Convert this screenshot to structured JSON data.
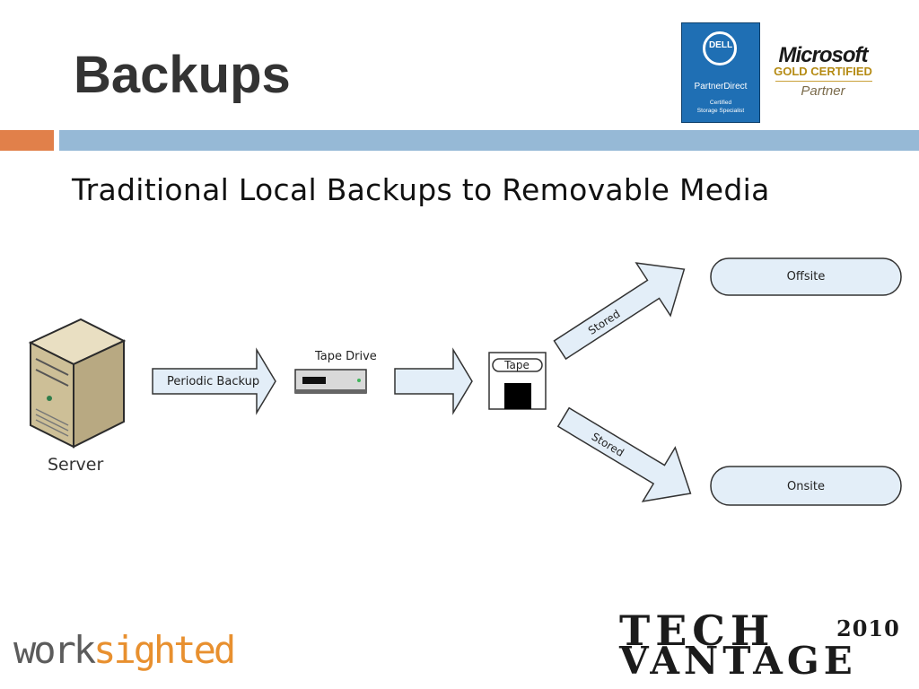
{
  "slide": {
    "title": "Backups",
    "subtitle": "Traditional Local Backups to Removable Media"
  },
  "logos": {
    "dell": {
      "wordmark": "DELL",
      "program": "PartnerDirect",
      "certification_line1": "Certified",
      "certification_line2": "Storage Specialist"
    },
    "microsoft": {
      "name": "Microsoft",
      "tier": "GOLD CERTIFIED",
      "partner": "Partner"
    },
    "worksighted": {
      "part1": "work",
      "part2": "sighted"
    },
    "techvantage": {
      "line1": "TECH",
      "year": "2010",
      "line2": "VANTAGE"
    }
  },
  "diagram": {
    "server_label": "Server",
    "periodic_backup_label": "Periodic Backup",
    "tape_drive_label": "Tape Drive",
    "tape_label": "Tape",
    "stored_upper_label": "Stored",
    "stored_lower_label": "Stored",
    "offsite_label": "Offsite",
    "onsite_label": "Onsite"
  },
  "colors": {
    "accent_orange": "#e1804a",
    "accent_blue": "#96b9d6",
    "arrow_fill": "#e3eef8",
    "dell_blue": "#1f6fb4",
    "ms_gold": "#b58b14",
    "worksighted_orange": "#e8902f"
  }
}
